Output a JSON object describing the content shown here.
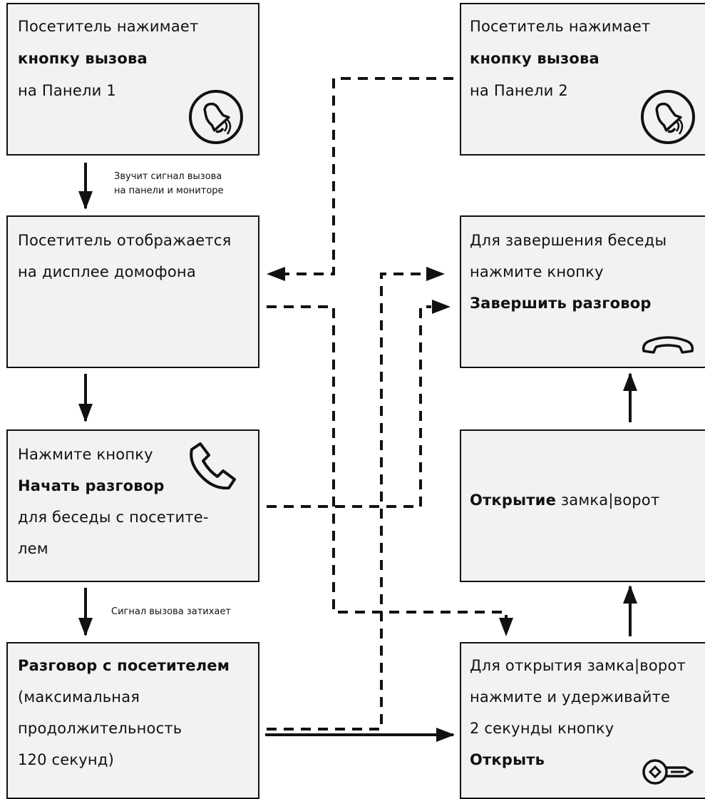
{
  "boxes": {
    "panel1": {
      "l1": "Посетитель нажимает",
      "l2": "кнопку вызова",
      "l3": "на Панели 1"
    },
    "panel2": {
      "l1": "Посетитель нажимает",
      "l2": "кнопку вызова",
      "l3": "на Панели 2"
    },
    "display": {
      "l1": "Посетитель отображается",
      "l2": "на дисплее домофона"
    },
    "end": {
      "l1": "Для завершения беседы",
      "l2": "нажмите кнопку",
      "l3": "Завершить разговор"
    },
    "start": {
      "l1": "Нажмите кнопку",
      "l2": "Начать разговор",
      "l3": "для беседы с посетите-",
      "l4": "лем"
    },
    "opening": {
      "bold": "Открытие",
      "rest": " замка|ворот"
    },
    "talk": {
      "l1": "Разговор с посетителем",
      "l2": "(максимальная",
      "l3": "продолжительность",
      "l4": "120 секунд)"
    },
    "open": {
      "l1": "Для открытия замка|ворот",
      "l2": "нажмите и удерживайте",
      "l3": "2 секунды кнопку",
      "l4": "Открыть"
    }
  },
  "notes": {
    "ring_l1": "Звучит сигнал вызова",
    "ring_l2": "на панели и мониторе",
    "fade": "Сигнал вызова затихает"
  },
  "icons": {
    "panel1": "bell-icon",
    "panel2": "bell-icon",
    "end": "hang-up-handset-icon",
    "start": "phone-handset-icon",
    "open": "key-icon"
  },
  "colors": {
    "box_fill": "#f2f2f2",
    "stroke": "#111111"
  }
}
